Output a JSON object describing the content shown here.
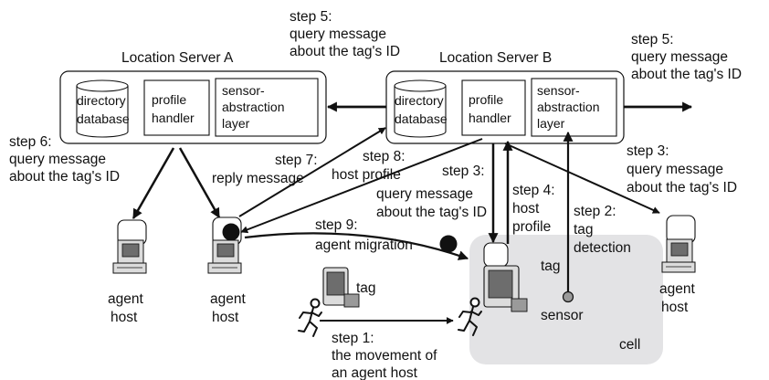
{
  "servers": {
    "a": {
      "title": "Location Server A",
      "directory_db": [
        "directory",
        "database"
      ],
      "profile_handler": [
        "profile",
        "handler"
      ],
      "sensor_layer": [
        "sensor-",
        "abstraction",
        "layer"
      ]
    },
    "b": {
      "title": "Location Server B",
      "directory_db": [
        "directory",
        "database"
      ],
      "profile_handler": [
        "profile",
        "handler"
      ],
      "sensor_layer": [
        "sensor-",
        "abstraction",
        "layer"
      ]
    }
  },
  "steps": {
    "step5_left": [
      "step 5:",
      "query message",
      "about the tag's ID"
    ],
    "step5_right": [
      "step 5:",
      "query message",
      "about the tag's ID"
    ],
    "step6": [
      "step 6:",
      "query message",
      "about the tag's ID"
    ],
    "step7": [
      "step 7:",
      "reply message"
    ],
    "step8": [
      "step 8:",
      "host profile"
    ],
    "step3_mid": [
      "step 3:",
      "query message",
      "about the tag's ID"
    ],
    "step3_right": [
      "step 3:",
      "query message",
      "about the tag's ID"
    ],
    "step4": [
      "step 4:",
      "host",
      "profile"
    ],
    "step2": [
      "step 2:",
      "tag",
      "detection"
    ],
    "step9": [
      "step 9:",
      "agent migration"
    ],
    "step1": [
      "step 1:",
      "the movement of",
      "an agent host"
    ]
  },
  "labels": {
    "agent_host": [
      "agent",
      "host"
    ],
    "tag": "tag",
    "sensor": "sensor",
    "cell": "cell"
  },
  "colors": {
    "line": "#111111",
    "cell_fill": "#e3e3e5",
    "screen_fill": "#6d6d6d",
    "tower_fill": "#dcdcdc"
  }
}
